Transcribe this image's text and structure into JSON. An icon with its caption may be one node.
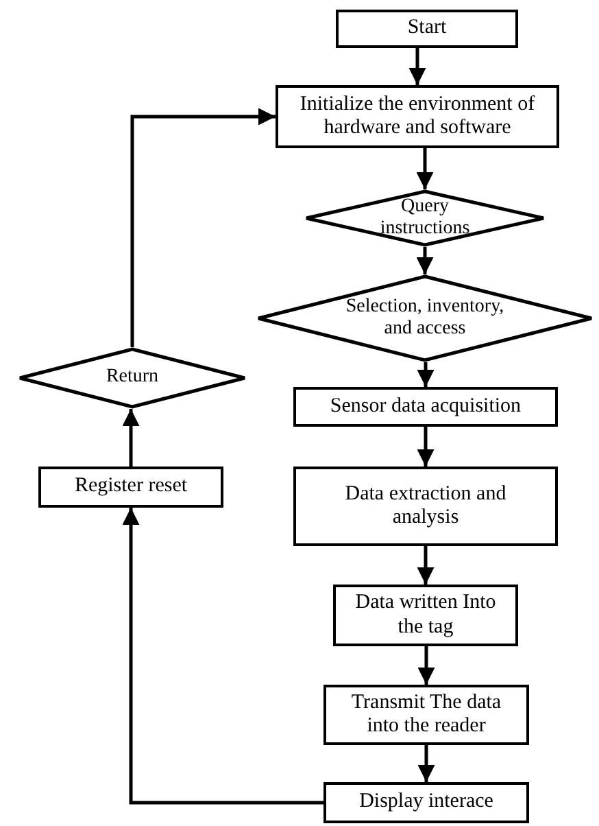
{
  "diagram": {
    "nodes": [
      {
        "text": [
          "Start"
        ]
      },
      {
        "text": [
          "Initialize the environment of hardware and software"
        ]
      },
      {
        "text": [
          "Query instructions"
        ]
      },
      {
        "text": [
          "Selection, inventory, and access"
        ]
      },
      {
        "text": [
          "Return"
        ]
      },
      {
        "text": [
          "Sensor data acquisition"
        ]
      },
      {
        "text": [
          "Register reset"
        ]
      },
      {
        "text": [
          "Data extraction and analysis"
        ]
      },
      {
        "text": [
          "Data written Into the tag"
        ]
      },
      {
        "text": [
          "Transmit The data into the reader"
        ]
      },
      {
        "text": [
          "Display interace"
        ]
      }
    ],
    "edges": [
      {
        "from": 0,
        "to": 1,
        "arrow": "to"
      },
      {
        "from": 1,
        "to": 2,
        "arrow": "to"
      },
      {
        "from": 2,
        "to": 3,
        "arrow": "to"
      },
      {
        "from": 3,
        "to": 5,
        "arrow": "to"
      },
      {
        "from": 5,
        "to": 7,
        "arrow": "to"
      },
      {
        "from": 7,
        "to": 8,
        "arrow": "to"
      },
      {
        "from": 8,
        "to": 9,
        "arrow": "to"
      },
      {
        "from": 9,
        "to": 10,
        "arrow": "to"
      },
      {
        "from": 10,
        "to": 6,
        "arrow": "to"
      },
      {
        "from": 6,
        "to": 4,
        "arrow": "to"
      },
      {
        "from": 4,
        "to": 1,
        "arrow": "to"
      }
    ]
  }
}
